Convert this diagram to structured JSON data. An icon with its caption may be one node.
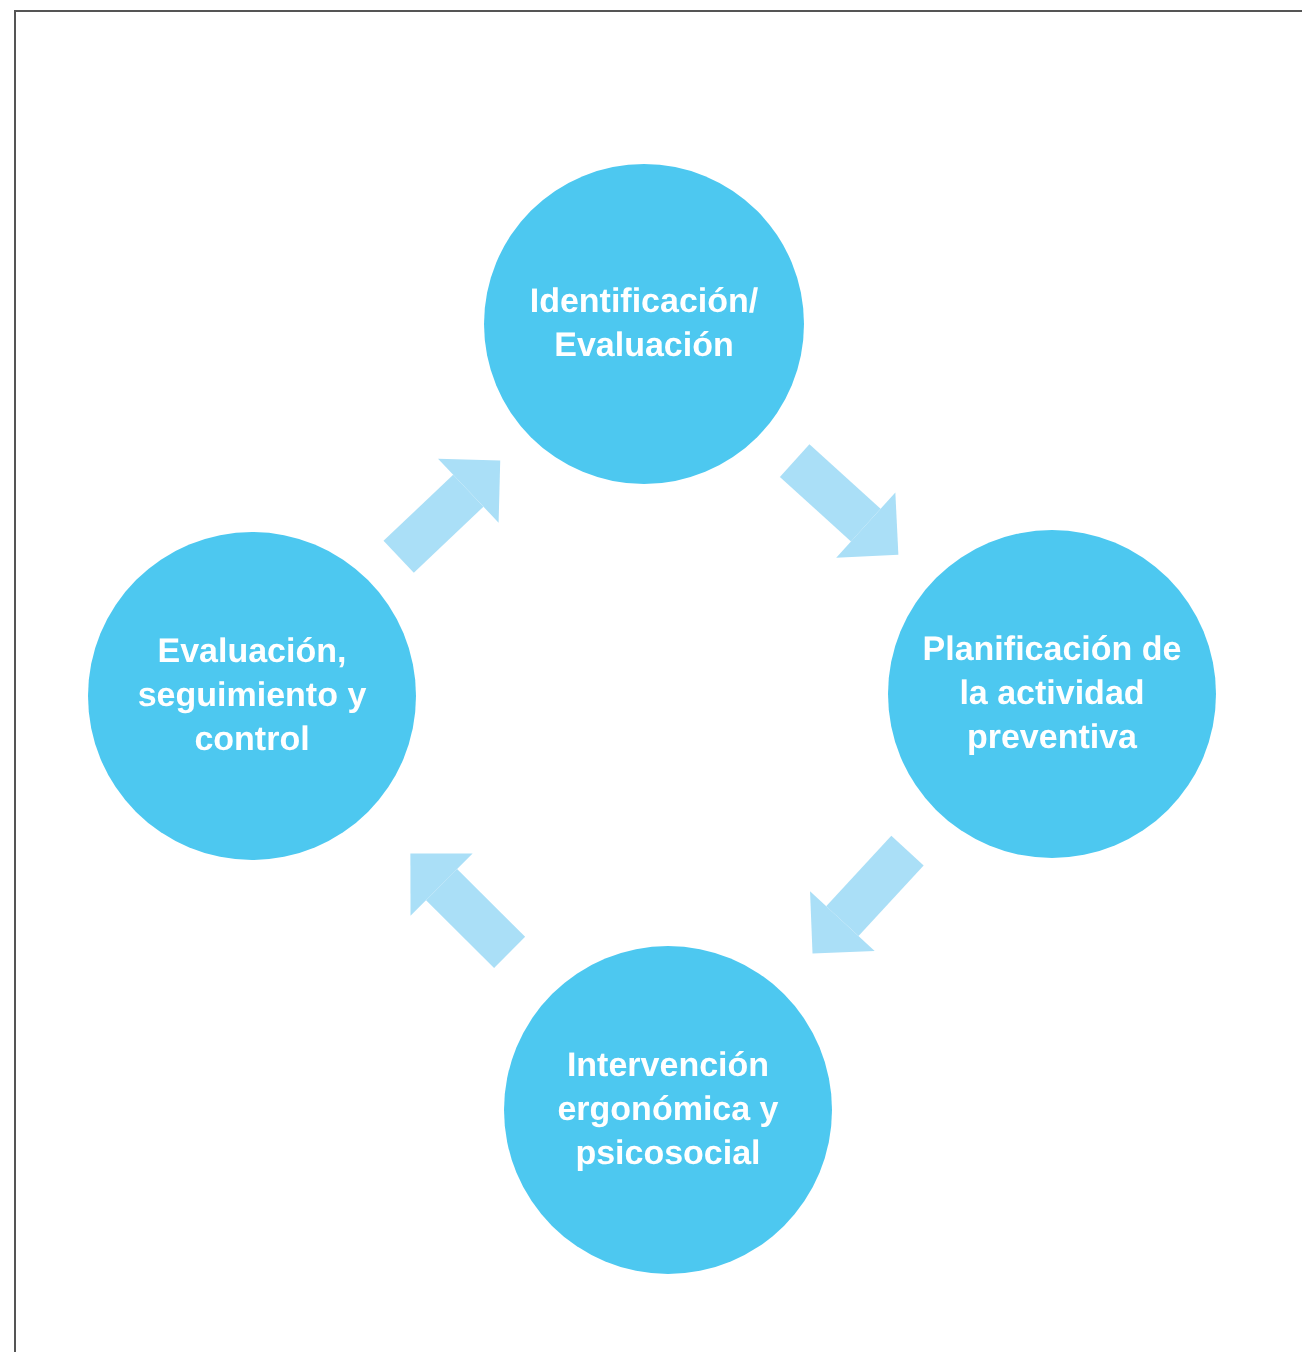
{
  "diagram": {
    "nodes": [
      {
        "text": [
          "Identificación/ Evaluación"
        ]
      },
      {
        "text": [
          "Planificación de la actividad preventiva"
        ]
      },
      {
        "text": [
          "Intervención ergonómica y psicosocial"
        ]
      },
      {
        "text": [
          "Evaluación, seguimiento y control"
        ]
      }
    ],
    "edges": [
      {
        "from": 0,
        "to": 1,
        "arrow": "to"
      },
      {
        "from": 1,
        "to": 2,
        "arrow": "to"
      },
      {
        "from": 2,
        "to": 3,
        "arrow": "to"
      },
      {
        "from": 3,
        "to": 0,
        "arrow": "to"
      }
    ]
  }
}
